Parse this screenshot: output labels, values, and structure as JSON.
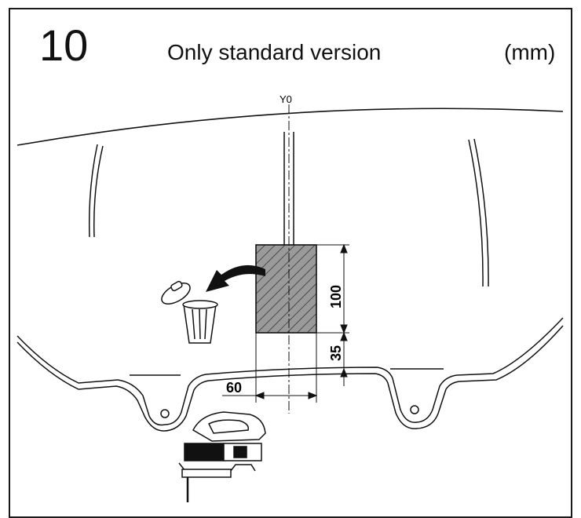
{
  "header": {
    "step_number": "10",
    "title": "Only standard version",
    "unit": "(mm)"
  },
  "drawing": {
    "axis_label": "Y0",
    "dimensions": {
      "height": "100",
      "offset": "35",
      "width": "60"
    },
    "icons": [
      "trash-bin-icon",
      "jigsaw-icon",
      "curved-arrow-icon"
    ]
  }
}
